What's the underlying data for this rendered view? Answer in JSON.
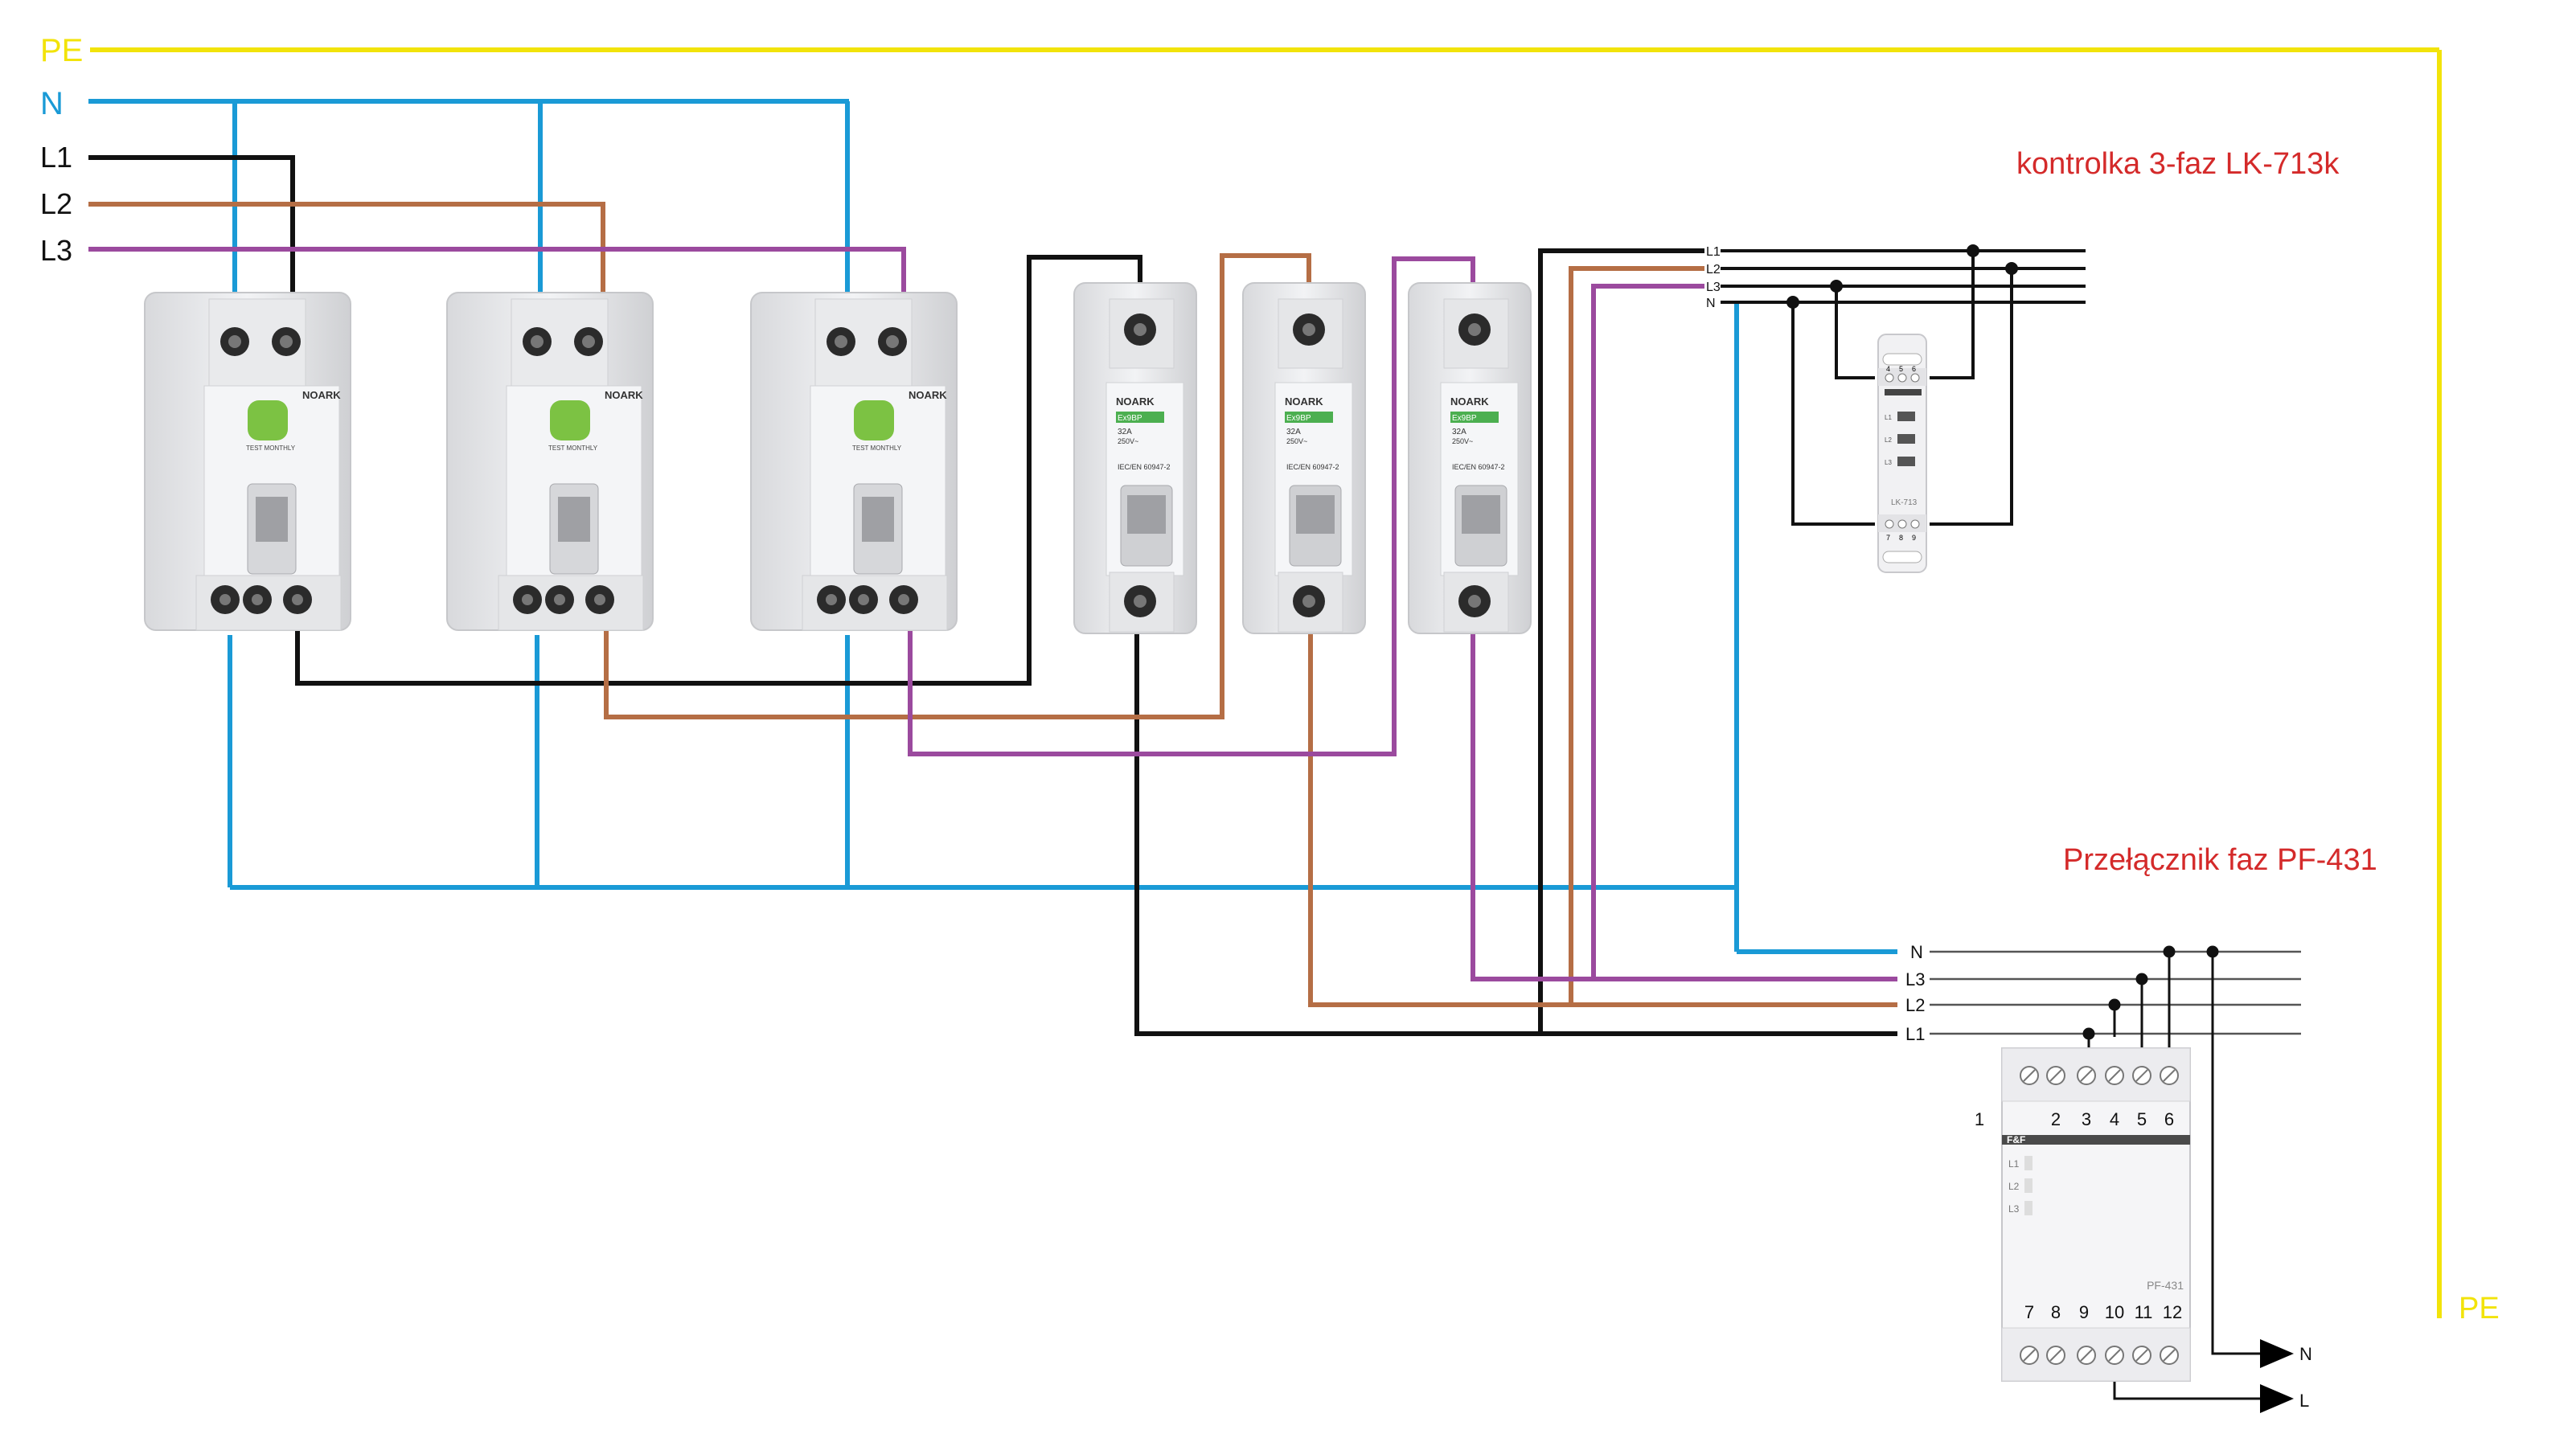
{
  "bus_labels": {
    "pe": "PE",
    "n": "N",
    "l1": "L1",
    "l2": "L2",
    "l3": "L3",
    "pe_right": "PE"
  },
  "titles": {
    "phase_indicator": "kontrolka 3-faz LK-713k",
    "phase_switch": "Przełącznik faz PF-431"
  },
  "rcd": {
    "brand": "NOARK",
    "test_label": "TEST MONTHLY",
    "count": 3
  },
  "mcb": {
    "brand": "NOARK",
    "model": "Ex9BP",
    "rating": "32A",
    "voltage": "250V~",
    "standard": "IEC/EN 60947-2",
    "count": 3
  },
  "lk713": {
    "model": "LK-713",
    "term_top": [
      "4",
      "5",
      "6"
    ],
    "term_bottom": [
      "7",
      "8",
      "9"
    ],
    "lamp_labels": [
      "L1",
      "L2",
      "L3"
    ],
    "feed_labels": [
      "L1",
      "L2",
      "L3",
      "N"
    ]
  },
  "pf431": {
    "brand": "F&F",
    "model": "PF-431",
    "term_top": [
      "1",
      "2",
      "3",
      "4",
      "5",
      "6"
    ],
    "term_bottom": [
      "7",
      "8",
      "9",
      "10",
      "11",
      "12"
    ],
    "lamp_labels": [
      "L1",
      "L2",
      "L3"
    ],
    "feed_labels": [
      "N",
      "L3",
      "L2",
      "L1"
    ],
    "outputs": [
      "N",
      "L"
    ]
  },
  "colors": {
    "pe": "#f2e30a",
    "n": "#1a9ad6",
    "l1": "#111111",
    "l2": "#b56e45",
    "l3": "#9b4a9e",
    "title": "#d42a2a"
  }
}
